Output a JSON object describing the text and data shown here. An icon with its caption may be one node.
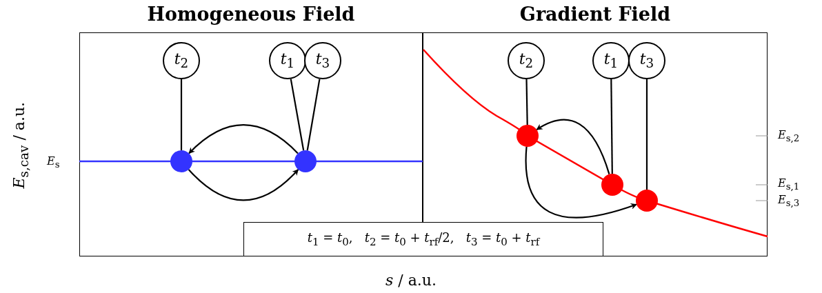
{
  "diagram": {
    "nodes": [
      {
        "text": [
          "Homogeneous Field"
        ]
      },
      {
        "text": [
          "Gradient Field"
        ]
      },
      {
        "text": [
          "*t*$_{2}$"
        ],
        "in": 0
      },
      {
        "text": [
          "*t*$_{1}$"
        ],
        "in": 0
      },
      {
        "text": [
          "*t*$_{3}$"
        ],
        "in": 0
      },
      {
        "text": [],
        "shape": "circle",
        "in": 0
      },
      {
        "text": [],
        "shape": "circle",
        "in": 0
      },
      {
        "text": [
          "*t*$_{2}$"
        ],
        "in": 1
      },
      {
        "text": [
          "*t*$_{1}$"
        ],
        "in": 1
      },
      {
        "text": [
          "*t*$_{3}$"
        ],
        "in": 1
      },
      {
        "text": [],
        "shape": "circle",
        "in": 1
      },
      {
        "text": [],
        "shape": "circle",
        "in": 1
      },
      {
        "text": [],
        "shape": "circle",
        "in": 1
      },
      {
        "text": [
          "*t*$_{1}$ = *t*$_{0}$,   *t*$_{2}$ = *t*$_{0}$ + *t*$_{rf}$/2,   *t*$_{3}$ = *t*$_{0}$ + *t*$_{rf}$"
        ]
      }
    ],
    "edges": [
      {
        "from": 2,
        "to": 5,
        "arrow": "none"
      },
      {
        "from": 3,
        "to": 6,
        "arrow": "none"
      },
      {
        "from": 4,
        "to": 6,
        "arrow": "none"
      },
      {
        "from": 6,
        "to": 5,
        "arrow": "to"
      },
      {
        "from": 5,
        "to": 6,
        "arrow": "to"
      },
      {
        "from": 7,
        "to": 10,
        "arrow": "none"
      },
      {
        "from": 8,
        "to": 11,
        "arrow": "none"
      },
      {
        "from": 9,
        "to": 12,
        "arrow": "none"
      },
      {
        "from": 11,
        "to": 10,
        "arrow": "to"
      },
      {
        "from": 10,
        "to": 12,
        "arrow": "to"
      }
    ],
    "labels": [
      "*E*$_{s}$",
      "*E*$_{s,2}$",
      "*E*$_{s,1}$",
      "*E*$_{s,3}$",
      "*E*$_{s,cav}$ / a.u.",
      "*s* / a.u."
    ]
  }
}
